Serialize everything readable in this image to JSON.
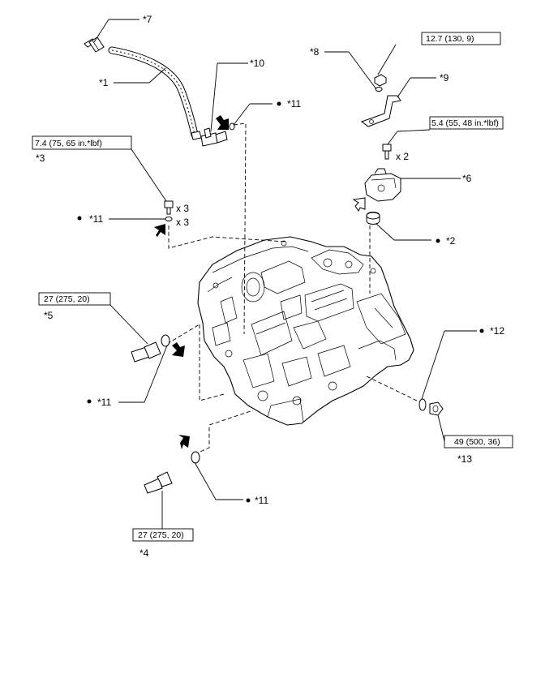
{
  "callouts": {
    "c1": "*1",
    "c2": "*2",
    "c3": "*3",
    "c4": "*4",
    "c5": "*5",
    "c6": "*6",
    "c7": "*7",
    "c8": "*8",
    "c9": "*9",
    "c10": "*10",
    "c11a": "*11",
    "c11b": "*11",
    "c11c": "*11",
    "c11d": "*11",
    "c12": "*12",
    "c13": "*13"
  },
  "torque": {
    "t8": "12.7 (130, 9)",
    "t6": "5.4 (55, 48 in.*lbf)",
    "t3": "7.4 (75, 65 in.*lbf)",
    "t5": "27 (275, 20)",
    "t13": "49 (500, 36)",
    "t4": "27 (275, 20)"
  },
  "quantities": {
    "q6": "x 2",
    "q3a": "x 3",
    "q3b": "x 3"
  },
  "icons": {
    "non_reusable": "filled-dot",
    "apply_fluid": "filled-arrow",
    "precoated": "hollow-arrow"
  }
}
